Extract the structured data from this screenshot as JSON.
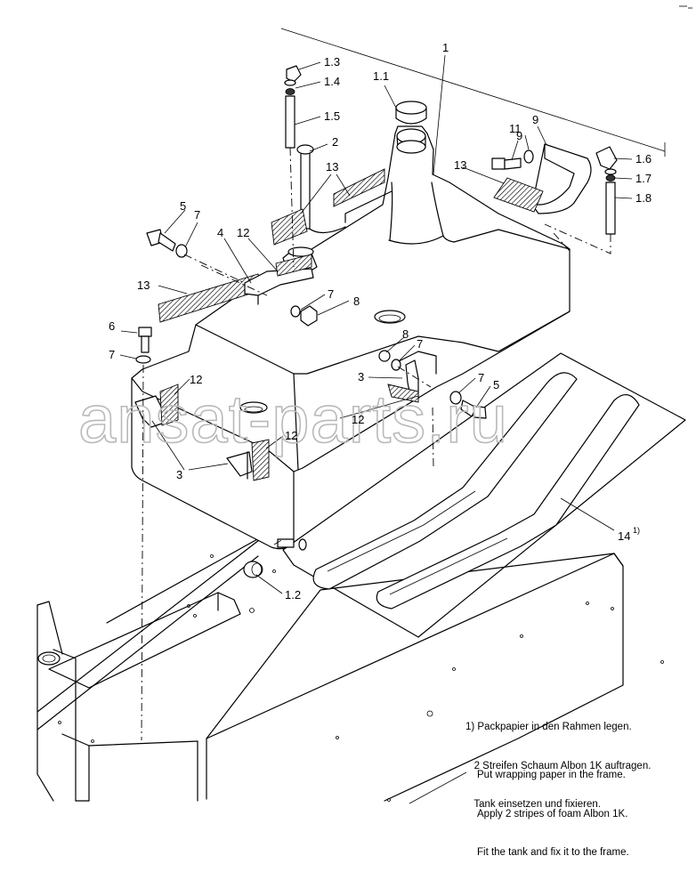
{
  "callouts": [
    {
      "id": "c1",
      "text": "1"
    },
    {
      "id": "c1_1",
      "text": "1.1"
    },
    {
      "id": "c1_2",
      "text": "1.2"
    },
    {
      "id": "c1_3",
      "text": "1.3"
    },
    {
      "id": "c1_4",
      "text": "1.4"
    },
    {
      "id": "c1_5",
      "text": "1.5"
    },
    {
      "id": "c1_6",
      "text": "1.6"
    },
    {
      "id": "c1_7",
      "text": "1.7"
    },
    {
      "id": "c1_8",
      "text": "1.8"
    },
    {
      "id": "c2",
      "text": "2"
    },
    {
      "id": "c3a",
      "text": "3"
    },
    {
      "id": "c3b",
      "text": "3"
    },
    {
      "id": "c4",
      "text": "4"
    },
    {
      "id": "c5a",
      "text": "5"
    },
    {
      "id": "c5b",
      "text": "5"
    },
    {
      "id": "c6",
      "text": "6"
    },
    {
      "id": "c7a",
      "text": "7"
    },
    {
      "id": "c7b",
      "text": "7"
    },
    {
      "id": "c7c",
      "text": "7"
    },
    {
      "id": "c7d",
      "text": "7"
    },
    {
      "id": "c7e",
      "text": "7"
    },
    {
      "id": "c8a",
      "text": "8"
    },
    {
      "id": "c8b",
      "text": "8"
    },
    {
      "id": "c9a",
      "text": "9"
    },
    {
      "id": "c9b",
      "text": "9"
    },
    {
      "id": "c11",
      "text": "11"
    },
    {
      "id": "c12a",
      "text": "12"
    },
    {
      "id": "c12b",
      "text": "12"
    },
    {
      "id": "c12c",
      "text": "12"
    },
    {
      "id": "c12d",
      "text": "12"
    },
    {
      "id": "c13a",
      "text": "13"
    },
    {
      "id": "c13b",
      "text": "13"
    },
    {
      "id": "c13c",
      "text": "13"
    },
    {
      "id": "c14",
      "text": "14"
    },
    {
      "id": "c14sup",
      "text": "1)"
    }
  ],
  "note_de": [
    "1) Packpapier in den Rahmen legen.",
    "   2 Streifen Schaum Albon 1K auftragen.",
    "   Tank einsetzen und fixieren."
  ],
  "note_en": [
    "Put wrapping paper in the frame.",
    "Apply 2 stripes of foam Albon 1K.",
    "Fit the tank and fix it to the frame."
  ],
  "watermark": "ansat-parts.ru"
}
